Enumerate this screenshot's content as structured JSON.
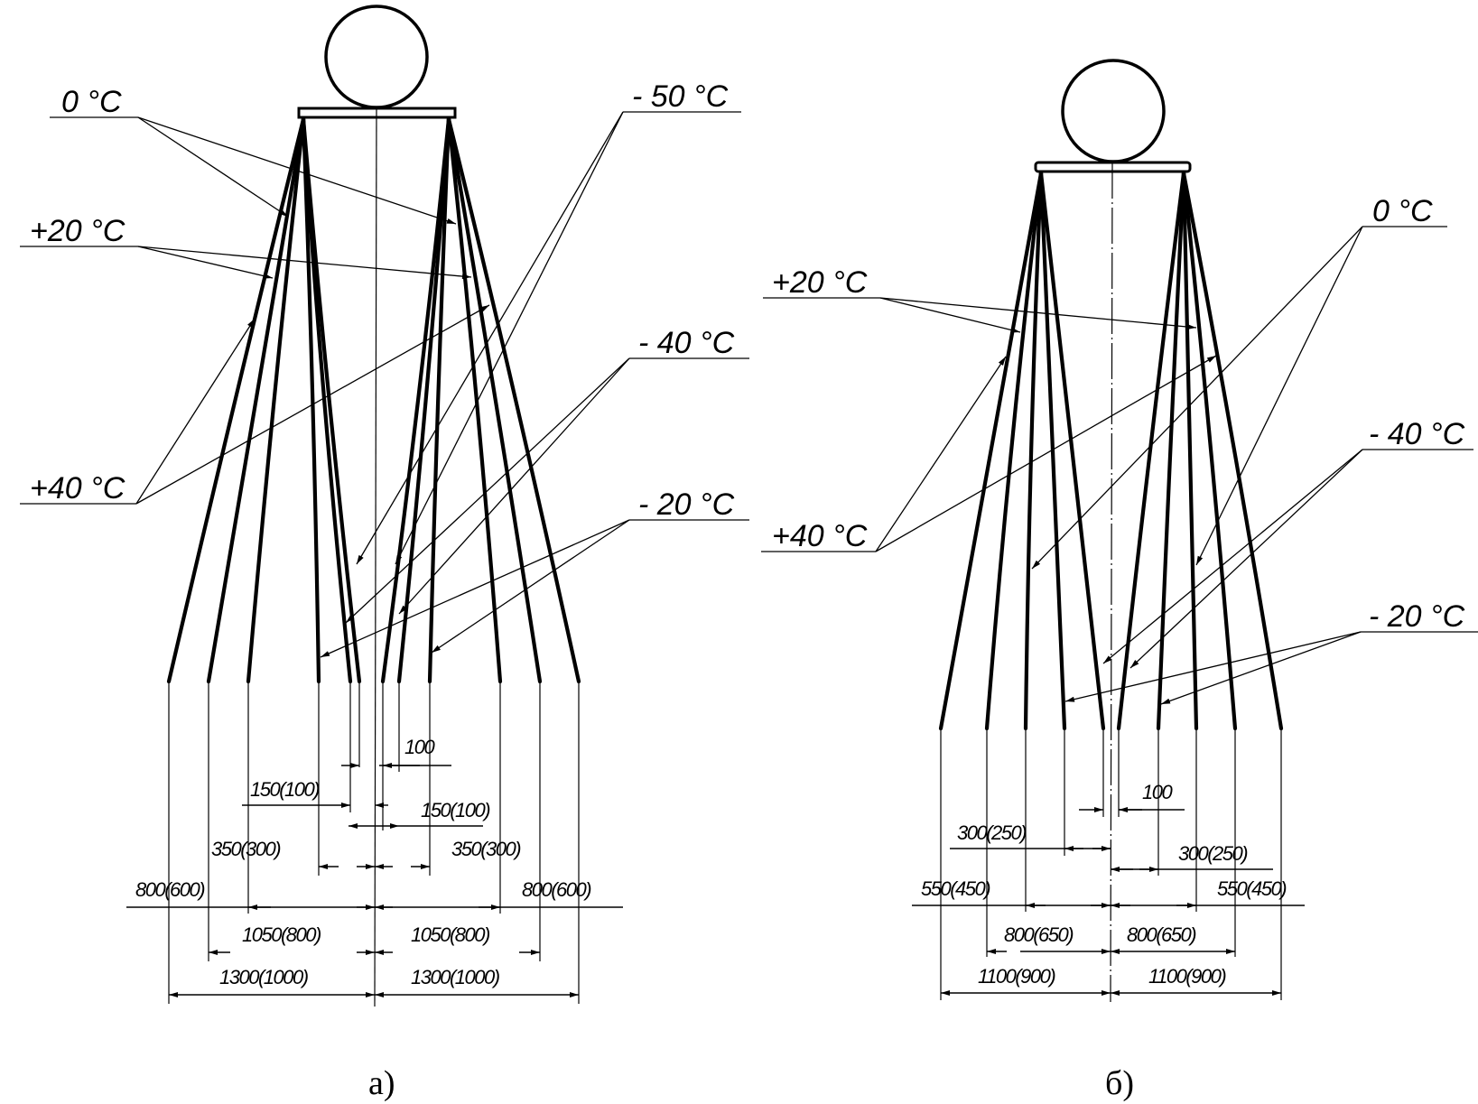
{
  "figure": {
    "panels": [
      {
        "id": "a",
        "caption": "а)",
        "temperature_labels": {
          "left": [
            "0 °C",
            "+20 °C",
            "+40 °C"
          ],
          "right": [
            "- 50 °C",
            "- 40 °C",
            "- 20 °C"
          ]
        },
        "dimensions": {
          "d100": "100",
          "d150_left": "150(100)",
          "d150_right": "150(100)",
          "d350_left": "350(300)",
          "d350_right": "350(300)",
          "d800_left": "800(600)",
          "d800_right": "800(600)",
          "d1050_left": "1050(800)",
          "d1050_right": "1050(800)",
          "d1300_left": "1300(1000)",
          "d1300_right": "1300(1000)"
        }
      },
      {
        "id": "b",
        "caption": "б)",
        "temperature_labels": {
          "left": [
            "+20 °C",
            "+40 °C"
          ],
          "right": [
            "0 °C",
            "- 40 °C",
            "- 20 °C"
          ]
        },
        "dimensions": {
          "d100": "100",
          "d300_left": "300(250)",
          "d300_right": "300(250)",
          "d550_left": "550(450)",
          "d550_right": "550(450)",
          "d800_left": "800(650)",
          "d800_right": "800(650)",
          "d1100_left": "1100(900)",
          "d1100_right": "1100(900)"
        }
      }
    ]
  }
}
